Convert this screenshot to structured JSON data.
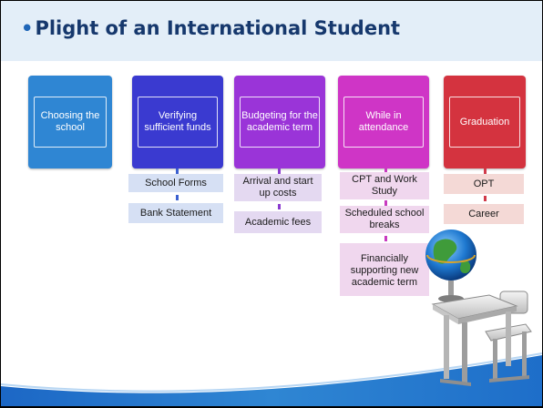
{
  "slide": {
    "title_bullet": "•",
    "title": "Plight of an International Student"
  },
  "steps": [
    {
      "label": "Choosing the school",
      "color": "#2f86d3",
      "items": []
    },
    {
      "label": "Verifying sufficient funds",
      "color": "#3a3ad0",
      "items": [
        "School Forms",
        "Bank Statement"
      ],
      "item_color": "#d6e0f4",
      "connector_color": "#3a5fd0"
    },
    {
      "label": "Budgeting for the academic term",
      "color": "#9a34d8",
      "items": [
        "Arrival and start up costs",
        "Academic fees"
      ],
      "item_color": "#e4d9f1",
      "connector_color": "#8a3ad0"
    },
    {
      "label": "While in attendance",
      "color": "#cf35c6",
      "items": [
        "CPT and Work Study",
        "Scheduled school breaks",
        "Financially supporting new academic term"
      ],
      "item_color": "#f0d7ee",
      "connector_color": "#c83ac0"
    },
    {
      "label": "Graduation",
      "color": "#d4333f",
      "items": [
        "OPT",
        "Career"
      ],
      "item_color": "#f4d9d6",
      "connector_color": "#d03a4a"
    }
  ],
  "illustration": {
    "icon": "globe-on-school-desk-icon"
  }
}
